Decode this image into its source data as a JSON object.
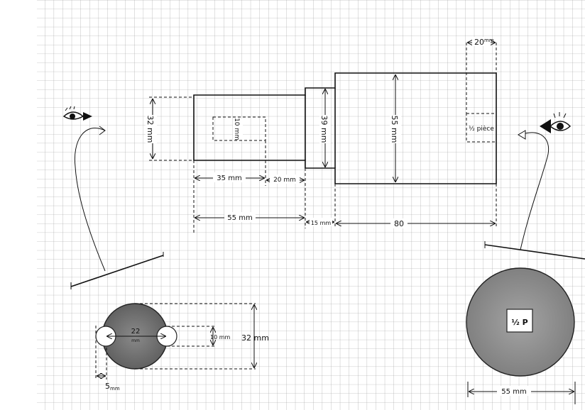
{
  "dimensions": {
    "height_left": "32 mm",
    "hole_small": "10 mm",
    "neck_height": "39 mm",
    "body_height": "55 mm",
    "slot_width": "20",
    "slot_unit": "mm",
    "seg_35": "35 mm",
    "seg_20": "20 mm",
    "seg_55": "55 mm",
    "seg_15": "15 mm",
    "seg_80": "80"
  },
  "labels": {
    "half_piece": "½ pièce"
  },
  "left_view": {
    "dim_22": "22",
    "dim_22_unit": "mm",
    "dim_10": "10 mm",
    "dim_32": "32 mm",
    "dim_5": "5",
    "dim_5_unit": "mm"
  },
  "right_view": {
    "label": "½ P",
    "diameter": "55 mm"
  }
}
